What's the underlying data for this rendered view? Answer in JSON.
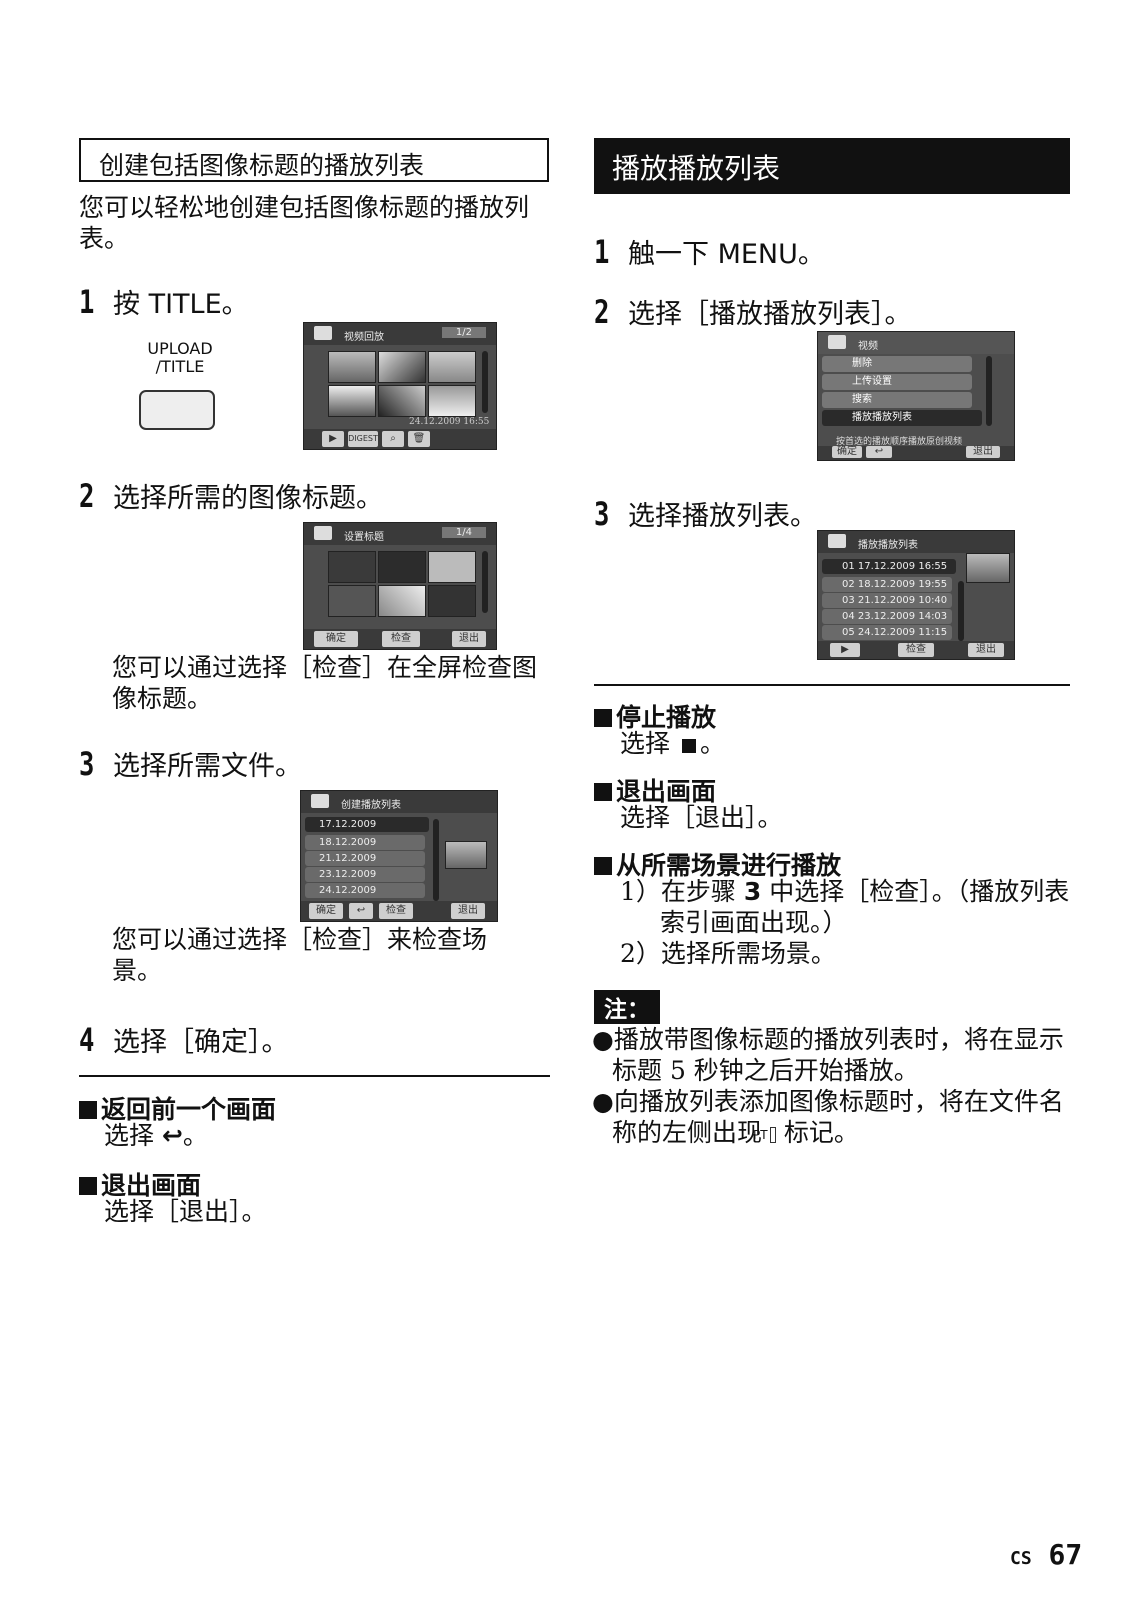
{
  "left": {
    "header": "创建包括图像标题的播放列表",
    "intro": "您可以轻松地创建包括图像标题的播放列表。",
    "steps": [
      {
        "num": "1",
        "text": "按 TITLE。"
      },
      {
        "num": "2",
        "text": "选择所需的图像标题。",
        "note": "您可以通过选择［检查］在全屏检查图像标题。"
      },
      {
        "num": "3",
        "text": "选择所需文件。",
        "note": "您可以通过选择［检查］来检查场景。"
      },
      {
        "num": "4",
        "text": "选择［确定］。"
      }
    ],
    "upload_label_1": "UPLOAD",
    "upload_label_2": "/TITLE",
    "screen1": {
      "title": "视频回放",
      "page": "1/2",
      "date": "24.12.2009 16:55",
      "buttons": [
        "DIGEST"
      ]
    },
    "screen2": {
      "title": "设置标题",
      "page": "1/4",
      "buttons": [
        "确定",
        "检查",
        "退出"
      ]
    },
    "screen3": {
      "title": "创建播放列表",
      "rows": [
        "17.12.2009",
        "18.12.2009",
        "21.12.2009",
        "23.12.2009",
        "24.12.2009"
      ],
      "buttons": [
        "确定",
        "检查",
        "退出"
      ]
    },
    "back": {
      "heading": "返回前一个画面",
      "text": "选择"
    },
    "exit": {
      "heading": "退出画面",
      "text": "选择［退出］。"
    }
  },
  "right": {
    "header": "播放播放列表",
    "steps": [
      {
        "num": "1",
        "text": "触一下 MENU。"
      },
      {
        "num": "2",
        "text": "选择［播放播放列表］。"
      },
      {
        "num": "3",
        "text": "选择播放列表。"
      }
    ],
    "menu_screen": {
      "title": "视频",
      "items": [
        "删除",
        "上传设置",
        "搜索",
        "播放播放列表"
      ],
      "hint": "按首选的播放顺序播放原创视频",
      "buttons": [
        "确定",
        "退出"
      ]
    },
    "playlist_screen": {
      "title": "播放播放列表",
      "rows": [
        "01 17.12.2009 16:55",
        "02 18.12.2009 19:55",
        "03 21.12.2009 10:40",
        "04 23.12.2009 14:03",
        "05 24.12.2009 11:15"
      ],
      "buttons": [
        "检查",
        "退出"
      ]
    },
    "stop": {
      "heading": "停止播放",
      "text": "选择"
    },
    "exit": {
      "heading": "退出画面",
      "text": "选择［退出］。"
    },
    "scene": {
      "heading": "从所需场景进行播放",
      "item1_a": "1）在步骤",
      "item1_b": "3",
      "item1_c": "中选择［检查］。（播放列表索引画面出现。）",
      "item2": "2）选择所需场景。"
    },
    "note_tag": "注：",
    "notes": [
      "●播放带图像标题的播放列表时，将在显示标题 5 秒钟之后开始播放。",
      "●向播放列表添加图像标题时，将在文件名称的左侧出现",
      "标记。"
    ]
  },
  "footer": {
    "lang": "CS",
    "page": "67"
  }
}
